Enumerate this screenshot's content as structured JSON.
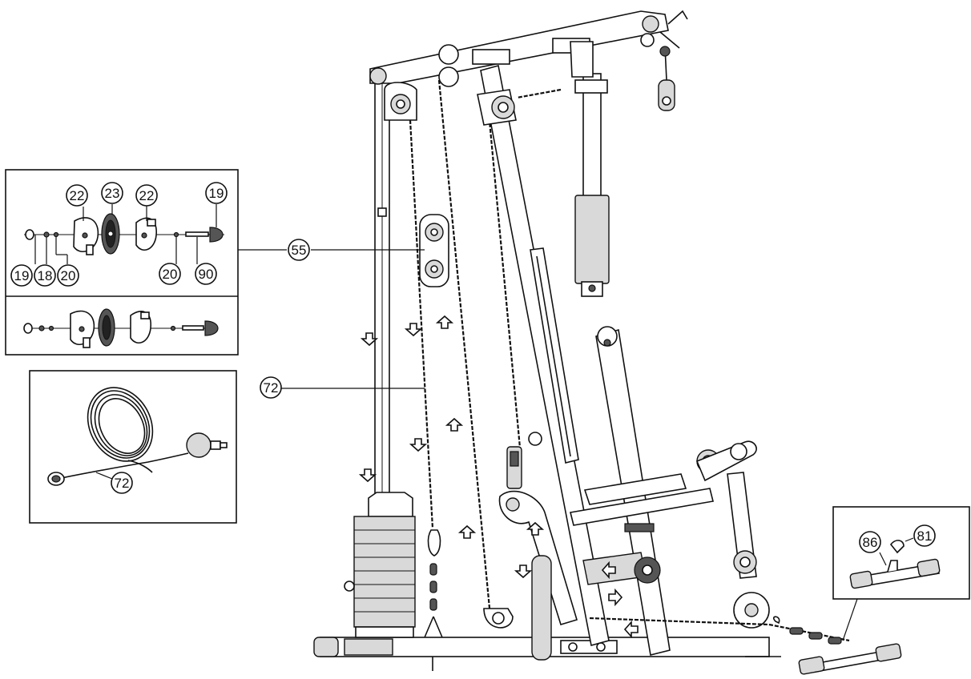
{
  "callouts": {
    "p22a": "22",
    "p23": "23",
    "p22b": "22",
    "p19a": "19",
    "p19b": "19",
    "p18": "18",
    "p20a": "20",
    "p20b": "20",
    "p90": "90",
    "p55": "55",
    "p72a": "72",
    "p72b": "72",
    "p86": "86",
    "p81": "81"
  },
  "colors": {
    "line": "#111111",
    "background": "#ffffff",
    "fill": "#d9d9d9"
  }
}
